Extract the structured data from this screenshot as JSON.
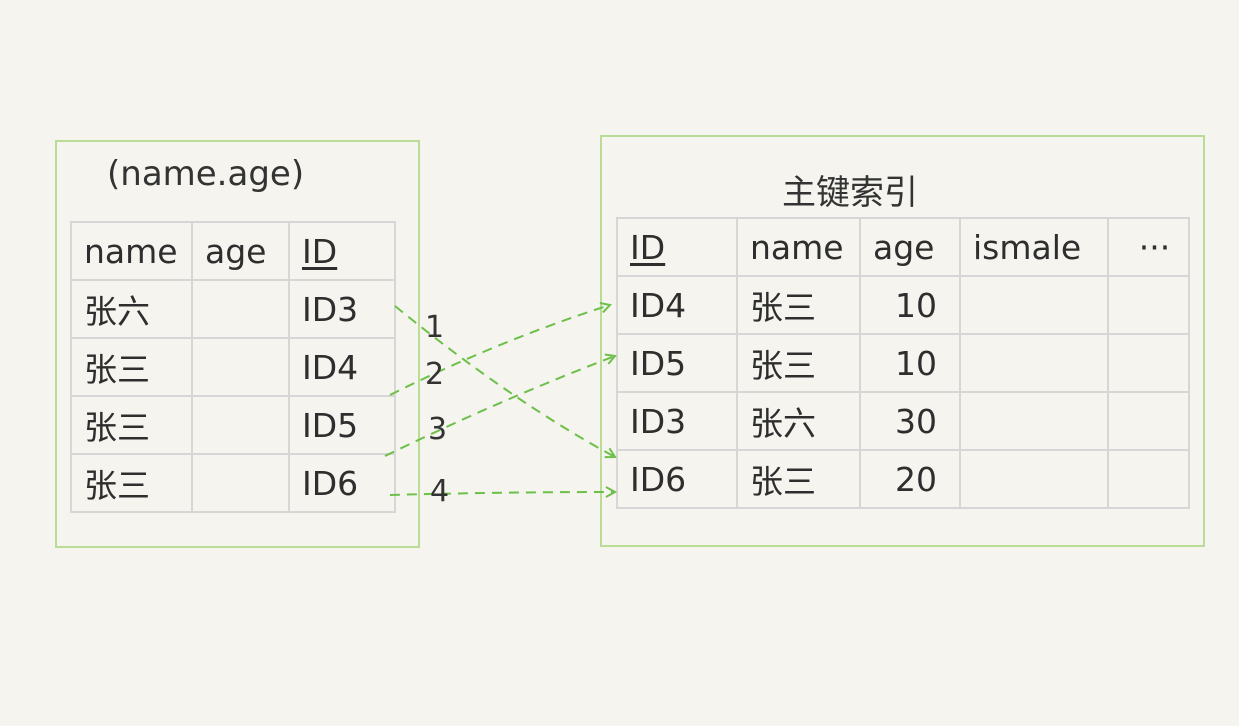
{
  "left_panel": {
    "title": "(name.age)",
    "headers": [
      "name",
      "age",
      "ID"
    ],
    "rows": [
      [
        "张六",
        "",
        "ID3"
      ],
      [
        "张三",
        "",
        "ID4"
      ],
      [
        "张三",
        "",
        "ID5"
      ],
      [
        "张三",
        "",
        "ID6"
      ]
    ]
  },
  "right_panel": {
    "title": "主键索引",
    "headers": [
      "ID",
      "name",
      "age",
      "ismale",
      "···"
    ],
    "rows": [
      [
        "ID4",
        "张三",
        "10",
        "",
        ""
      ],
      [
        "ID5",
        "张三",
        "10",
        "",
        ""
      ],
      [
        "ID3",
        "张六",
        "30",
        "",
        ""
      ],
      [
        "ID6",
        "张三",
        "20",
        "",
        ""
      ]
    ]
  },
  "steps": [
    "1",
    "2",
    "3",
    "4"
  ],
  "colors": {
    "panel_border": "#b9dc97",
    "arrow": "#6cc04a",
    "grid": "#d6d6d6",
    "background": "#f5f4ef"
  }
}
